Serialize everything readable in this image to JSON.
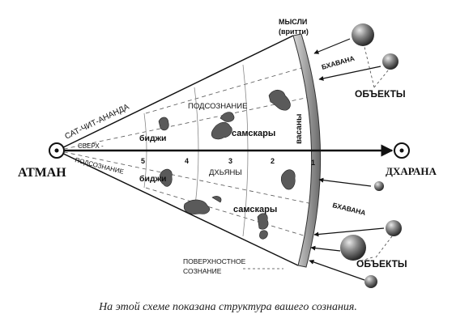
{
  "labels": {
    "atman": "АТМАН",
    "dharana": "ДХАРАНА",
    "mysli_line1": "МЫСЛИ",
    "mysli_line2": "(вритти)",
    "bhavana_top": "БХАВАНА",
    "bhavana_bottom": "БХАВАНА",
    "objects_top": "ОБЪЕКТЫ",
    "objects_bottom": "ОБЪЕКТЫ",
    "sat_chit_ananda": "САТ-ЧИТ-АНАНДА",
    "podsoznanie": "ПОДСОЗНАНИЕ",
    "sverh_line1": "СВЕРХ -",
    "sverh_line2": "ПОДСОЗНАНИЕ",
    "dhyany": "ДХЬЯНЫ",
    "bidzhi_top": "биджи",
    "bidzhi_bottom": "биджи",
    "samskary_top": "самскары",
    "samskary_bottom": "самскары",
    "vasany": "васаны",
    "surface_line1": "ПОВЕРХНОСТНОЕ",
    "surface_line2": "СОЗНАНИЕ",
    "n1": "1",
    "n2": "2",
    "n3": "3",
    "n4": "4",
    "n5": "5"
  },
  "caption": "На этой схеме показана структура вашего сознания."
}
